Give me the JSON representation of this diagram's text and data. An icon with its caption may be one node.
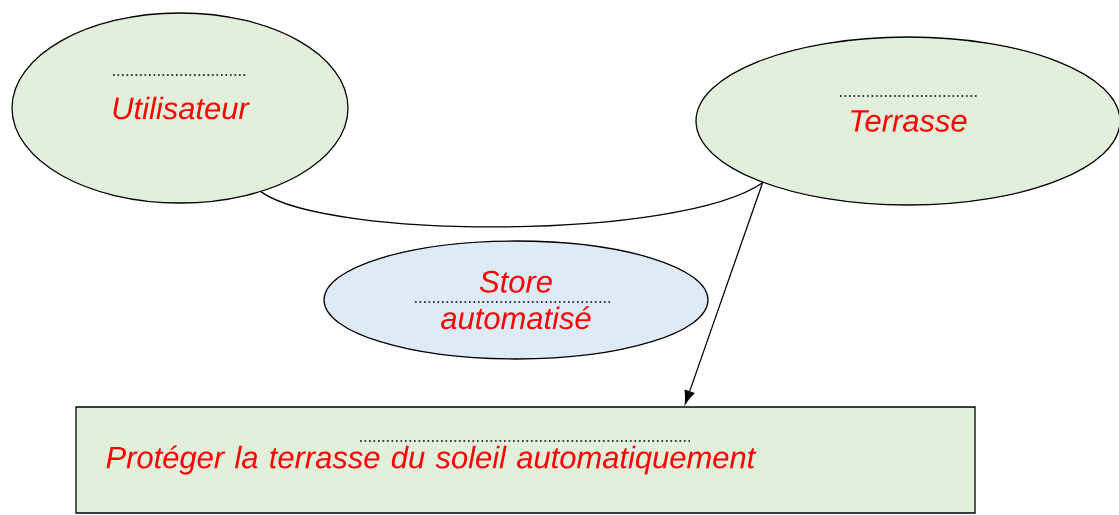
{
  "diagram": {
    "nodes": [
      {
        "text": [
          "Utilisateur"
        ]
      },
      {
        "text": [
          "Terrasse"
        ]
      },
      {
        "text": [
          "Store automatisé"
        ]
      },
      {
        "text": [
          "Protéger la terrasse du soleil automatiquement"
        ]
      }
    ],
    "edges": [
      {
        "from": 0,
        "to": 1,
        "arrow": "none"
      },
      {
        "from": 1,
        "to": 3,
        "arrow": "to"
      }
    ]
  }
}
